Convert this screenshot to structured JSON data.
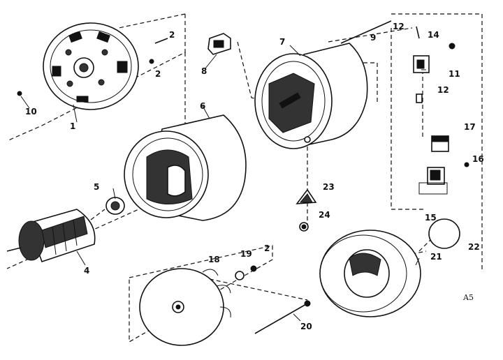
{
  "diagram": {
    "sheet_code": "A5",
    "callouts": [
      "1",
      "2",
      "2",
      "10",
      "8",
      "7",
      "9",
      "12",
      "14",
      "11",
      "12",
      "6",
      "17",
      "16",
      "5",
      "23",
      "24",
      "15",
      "22",
      "4",
      "18",
      "19",
      "2",
      "21",
      "20"
    ]
  }
}
